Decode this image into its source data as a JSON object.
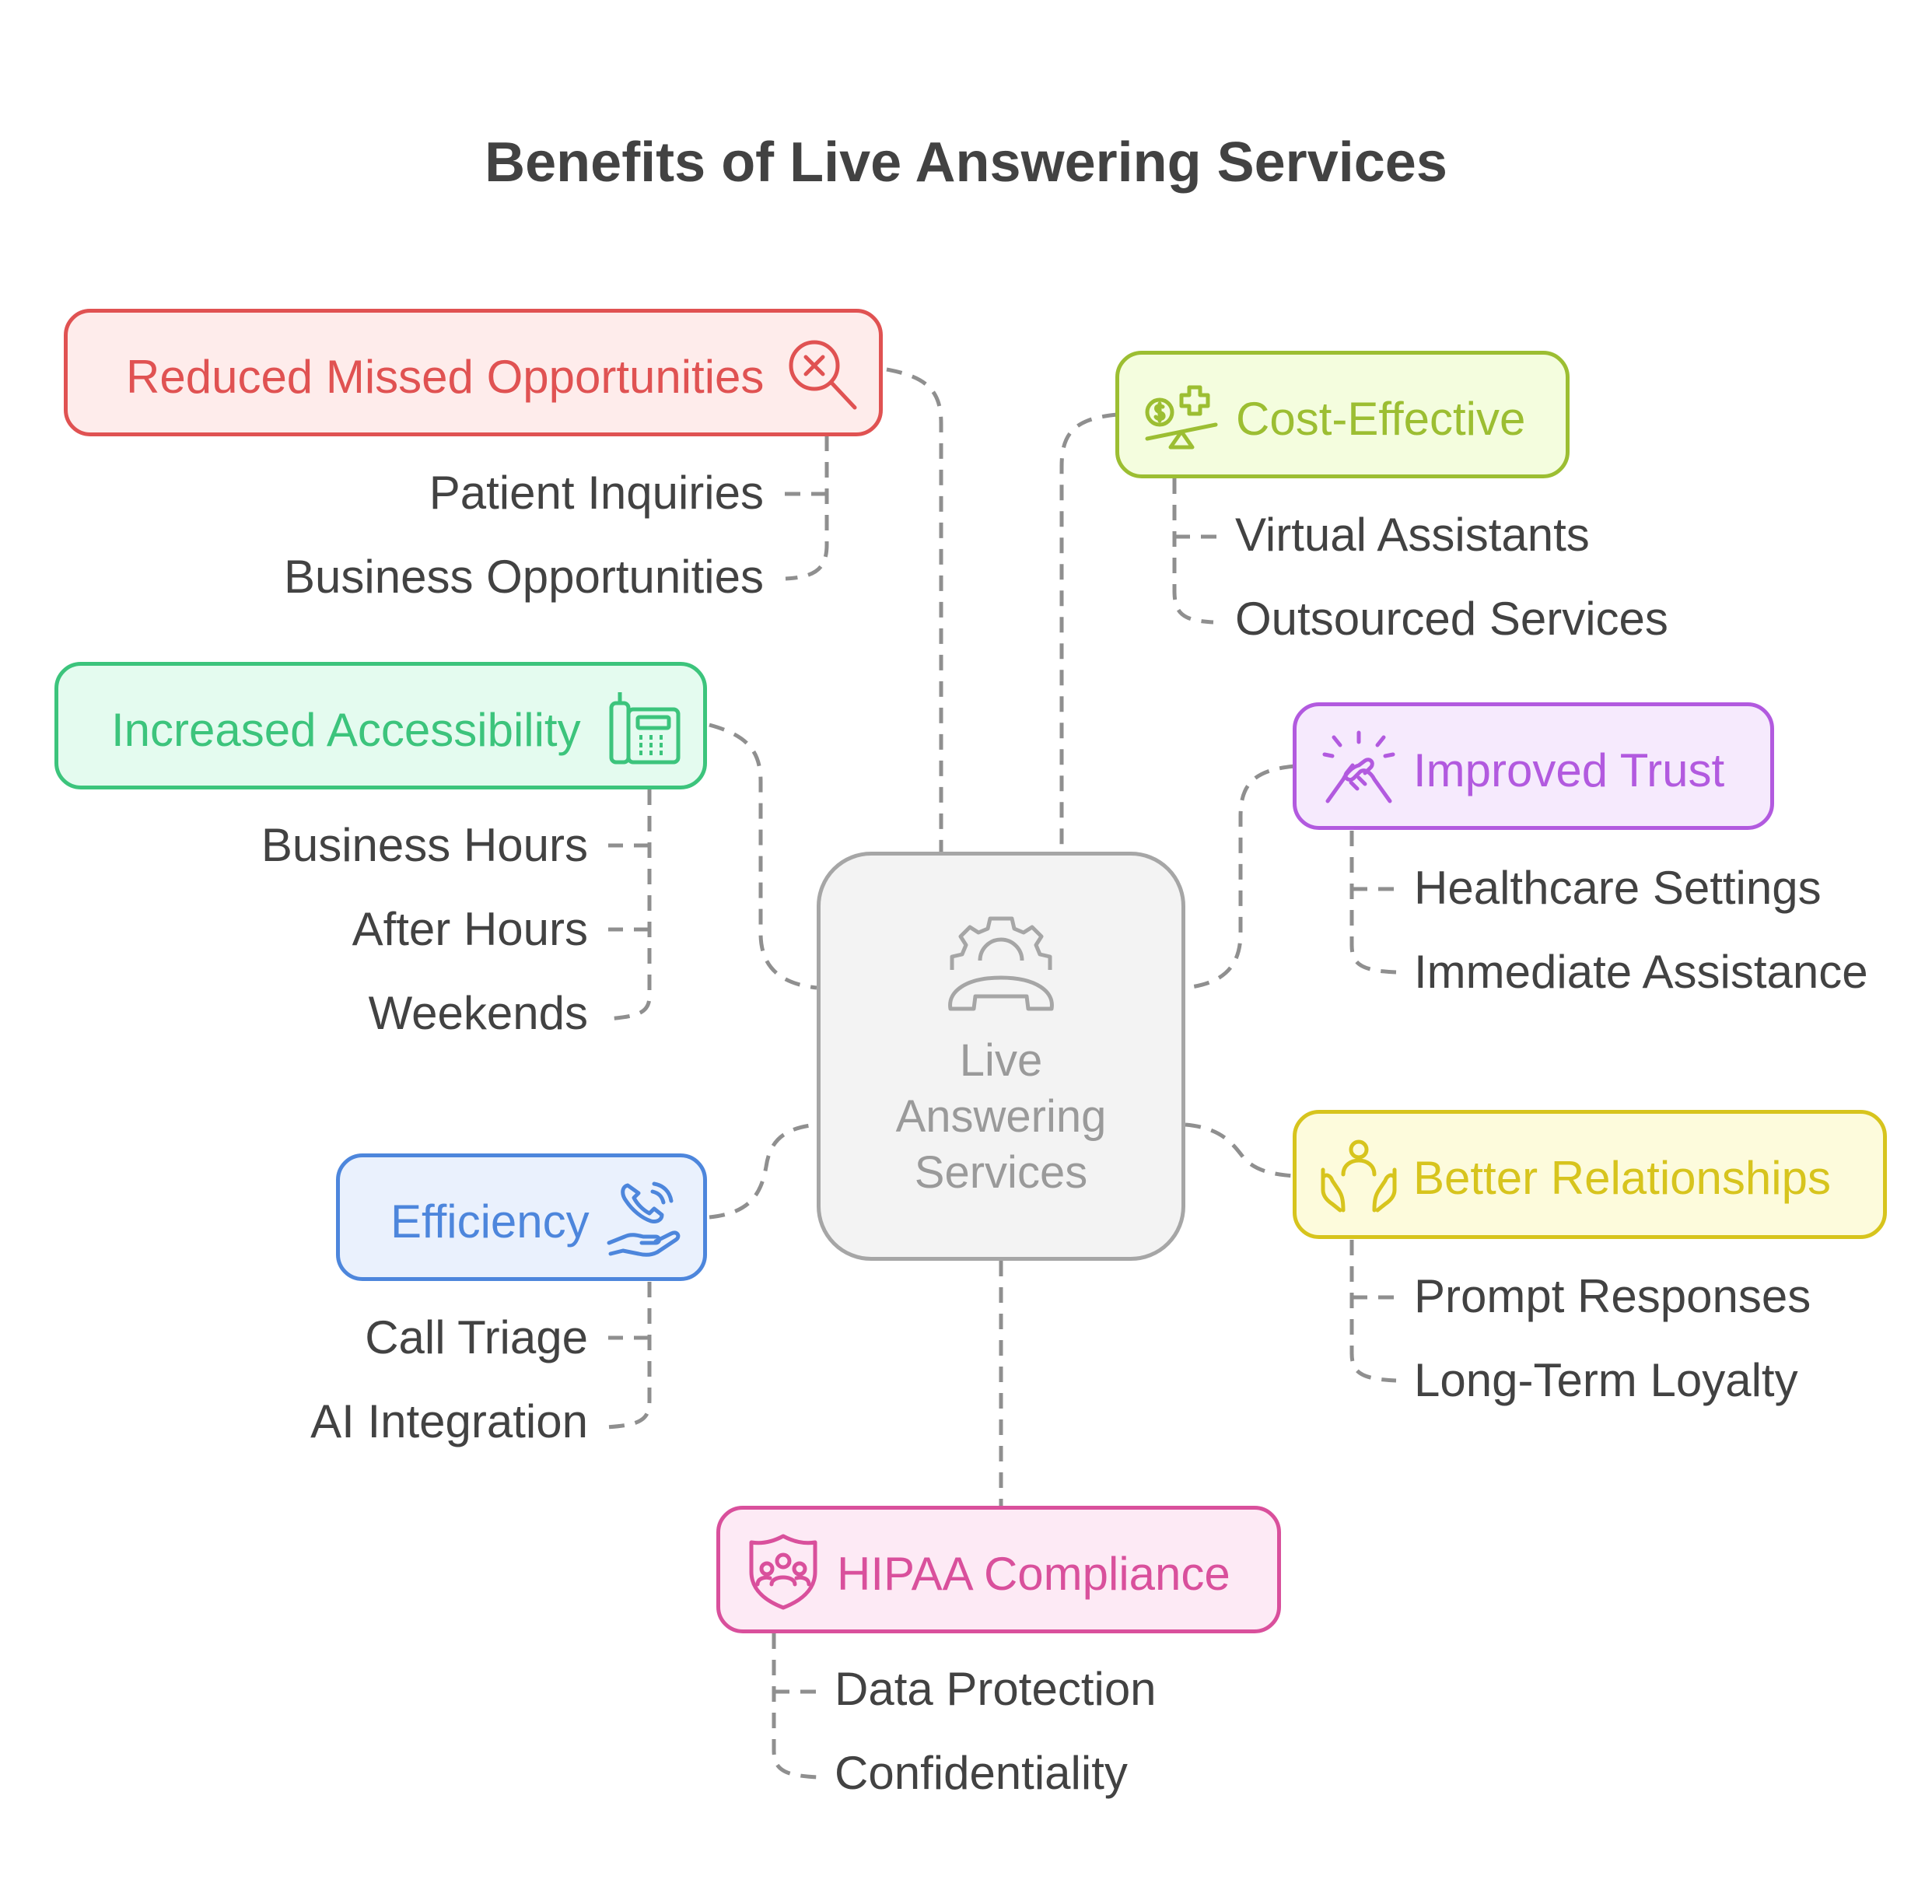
{
  "title": "Benefits of Live Answering Services",
  "center": {
    "label_line1": "Live",
    "label_line2": "Answering",
    "label_line3": "Services",
    "icon": "gear-phone-icon"
  },
  "colors": {
    "red": "#e05252",
    "red_bg": "#feeceb",
    "lime": "#9cbe32",
    "lime_bg": "#f4fdde",
    "green": "#3cc47c",
    "green_bg": "#e4fbef",
    "purple": "#b25adf",
    "purple_bg": "#f6eafd",
    "blue": "#4d86dc",
    "blue_bg": "#eaf1fd",
    "yellow": "#d7c41d",
    "yellow_bg": "#fdfbdc",
    "pink": "#d9509c",
    "pink_bg": "#fdeaf5",
    "line": "#8f8f8f",
    "text": "#424242"
  },
  "benefits": {
    "missed": {
      "label": "Reduced Missed Opportunities",
      "icon": "search-x-icon",
      "items": [
        "Patient Inquiries",
        "Business Opportunities"
      ]
    },
    "cost": {
      "label": "Cost-Effective",
      "icon": "money-scale-icon",
      "items": [
        "Virtual Assistants",
        "Outsourced Services"
      ]
    },
    "access": {
      "label": "Increased Accessibility",
      "icon": "office-phone-icon",
      "items": [
        "Business Hours",
        "After Hours",
        "Weekends"
      ]
    },
    "trust": {
      "label": "Improved Trust",
      "icon": "handshake-icon",
      "items": [
        "Healthcare Settings",
        "Immediate Assistance"
      ]
    },
    "efficiency": {
      "label": "Efficiency",
      "icon": "hand-phone-icon",
      "items": [
        "Call Triage",
        "AI Integration"
      ]
    },
    "relationships": {
      "label": "Better Relationships",
      "icon": "person-hands-icon",
      "items": [
        "Prompt Responses",
        "Long-Term Loyalty"
      ]
    },
    "hipaa": {
      "label": "HIPAA Compliance",
      "icon": "shield-people-icon",
      "items": [
        "Data Protection",
        "Confidentiality"
      ]
    }
  }
}
